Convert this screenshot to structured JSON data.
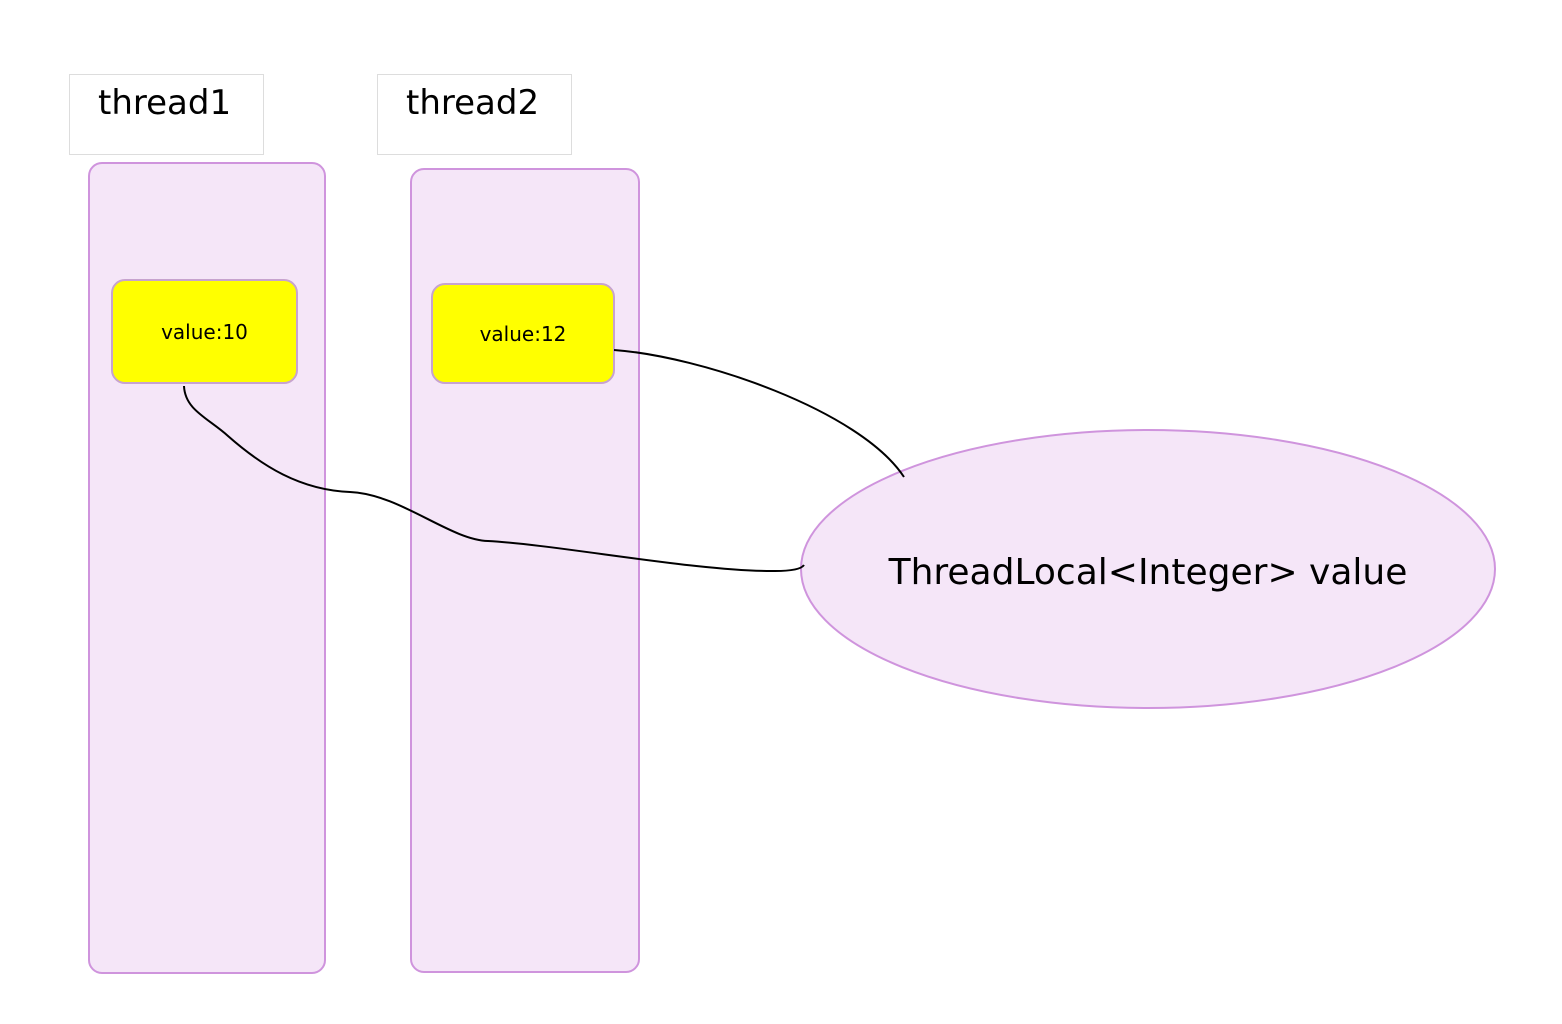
{
  "threads": [
    {
      "label": "thread1",
      "value_label": "value:10"
    },
    {
      "label": "thread2",
      "value_label": "value:12"
    }
  ],
  "threadlocal": {
    "label": "ThreadLocal<Integer> value"
  },
  "colors": {
    "column_fill": "#f5e6f8",
    "column_border": "#cf94dd",
    "value_fill": "#ffff00",
    "value_border": "#c7a3cf",
    "ellipse_fill": "#f5e6f8",
    "ellipse_border": "#cf94dd",
    "connector": "#000000"
  }
}
